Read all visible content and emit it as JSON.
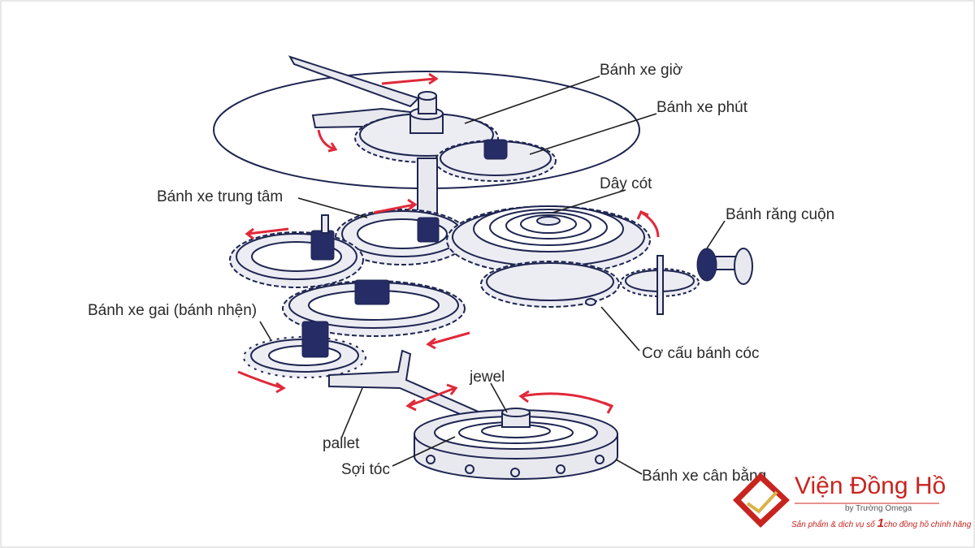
{
  "labels": {
    "hour_wheel": "Bánh xe giờ",
    "minute_wheel": "Bánh xe phút",
    "center_wheel": "Bánh xe trung tâm",
    "mainspring": "Dây cót",
    "winding_pinion": "Bánh răng cuộn",
    "escape_wheel": "Bánh xe gai (bánh nhện)",
    "ratchet": "Cơ cấu bánh cóc",
    "jewel": "jewel",
    "pallet": "pallet",
    "hairspring": "Sợi tóc",
    "balance_wheel": "Bánh xe cân bằng"
  },
  "logo": {
    "name": "Viện Đồng Hồ",
    "sub": "by Trường Omega",
    "tagline_before": "Sản phẩm & dịch vụ số ",
    "tagline_number": "1",
    "tagline_after": "cho đồng hồ chính hãng"
  },
  "colors": {
    "line": "#1e2550",
    "gear_fill": "#ececf3",
    "arrow": "#e0293a",
    "brand": "#c8241f"
  }
}
